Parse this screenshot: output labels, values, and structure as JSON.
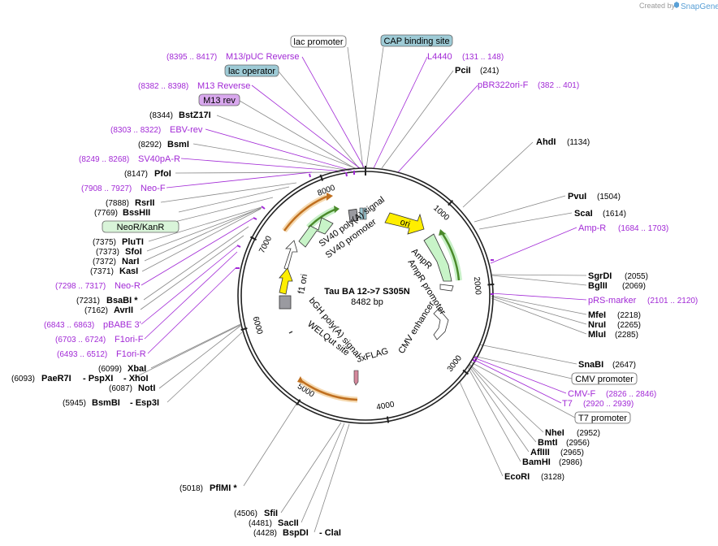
{
  "header": {
    "credit_text": "Created by",
    "brand_name": "SnapGene"
  },
  "plasmid": {
    "name": "Tau BA 12->7  S305N",
    "length_label": "8482 bp",
    "length": 8482
  },
  "ticks": [
    {
      "bp": 1000,
      "label": "1000"
    },
    {
      "bp": 2000,
      "label": "2000"
    },
    {
      "bp": 3000,
      "label": "3000"
    },
    {
      "bp": 4000,
      "label": "4000"
    },
    {
      "bp": 5000,
      "label": "5000"
    },
    {
      "bp": 6000,
      "label": "6000"
    },
    {
      "bp": 7000,
      "label": "7000"
    },
    {
      "bp": 8000,
      "label": "8000"
    }
  ],
  "boxed_features": [
    {
      "name": "lac promoter",
      "style": "white"
    },
    {
      "name": "CAP binding site",
      "style": "teal"
    },
    {
      "name": "lac operator",
      "style": "teal"
    },
    {
      "name": "M13 rev",
      "style": "purple"
    },
    {
      "name": "NeoR/KanR",
      "style": "green"
    },
    {
      "name": "CMV promoter",
      "style": "white"
    },
    {
      "name": "T7 promoter",
      "style": "white"
    }
  ],
  "primer_labels": [
    {
      "name": "M13/pUC Reverse",
      "range": "(8395 .. 8417)"
    },
    {
      "name": "M13 Reverse",
      "range": "(8382 .. 8398)"
    },
    {
      "name": "EBV-rev",
      "range": "(8303 .. 8322)"
    },
    {
      "name": "SV40pA-R",
      "range": "(8249 .. 8268)"
    },
    {
      "name": "Neo-F",
      "range": "(7908 .. 7927)"
    },
    {
      "name": "Neo-R",
      "range": "(7298 .. 7317)"
    },
    {
      "name": "pBABE 3'",
      "range": "(6843 .. 6863)"
    },
    {
      "name": "F1ori-F",
      "range": "(6703 .. 6724)"
    },
    {
      "name": "F1ori-R",
      "range": "(6493 .. 6512)"
    },
    {
      "name": "L4440",
      "range": "(131 .. 148)"
    },
    {
      "name": "pBR322ori-F",
      "range": "(382 .. 401)"
    },
    {
      "name": "Amp-R",
      "range": "(1684 .. 1703)"
    },
    {
      "name": "pRS-marker",
      "range": "(2101 .. 2120)"
    },
    {
      "name": "CMV-F",
      "range": "(2826 .. 2846)"
    },
    {
      "name": "T7",
      "range": "(2920 .. 2939)"
    }
  ],
  "enzymes_left": [
    {
      "pos": "(8344)",
      "name": "BstZ17I"
    },
    {
      "pos": "(8292)",
      "name": "BsmI"
    },
    {
      "pos": "(8147)",
      "name": "PfoI"
    },
    {
      "pos": "(7888)",
      "name": "RsrII"
    },
    {
      "pos": "(7769)",
      "name": "BssHII"
    },
    {
      "pos": "(7375)",
      "name": "PluTI"
    },
    {
      "pos": "(7373)",
      "name": "SfoI"
    },
    {
      "pos": "(7372)",
      "name": "NarI"
    },
    {
      "pos": "(7371)",
      "name": "KasI"
    },
    {
      "pos": "(7231)",
      "name": "BsaBI *"
    },
    {
      "pos": "(7162)",
      "name": "AvrII"
    },
    {
      "pos": "(6099)",
      "name": "XbaI"
    },
    {
      "pos": "(6093)",
      "name": "PaeR7I"
    },
    {
      "pos": "",
      "name": "- PspXI"
    },
    {
      "pos": "",
      "name": "- XhoI"
    },
    {
      "pos": "(6087)",
      "name": "NotI"
    },
    {
      "pos": "(5945)",
      "name": "BsmBI"
    },
    {
      "pos": "",
      "name": "- Esp3I"
    },
    {
      "pos": "(5018)",
      "name": "PflMI *"
    },
    {
      "pos": "(4506)",
      "name": "SfiI"
    },
    {
      "pos": "(4481)",
      "name": "SacII"
    },
    {
      "pos": "(4428)",
      "name": "BspDI"
    },
    {
      "pos": "",
      "name": "- ClaI"
    }
  ],
  "enzymes_right": [
    {
      "pos": "(241)",
      "name": "PciI"
    },
    {
      "pos": "(1134)",
      "name": "AhdI"
    },
    {
      "pos": "(1504)",
      "name": "PvuI"
    },
    {
      "pos": "(1614)",
      "name": "ScaI"
    },
    {
      "pos": "(2055)",
      "name": "SgrDI"
    },
    {
      "pos": "(2069)",
      "name": "BglII"
    },
    {
      "pos": "(2218)",
      "name": "MfeI"
    },
    {
      "pos": "(2265)",
      "name": "NruI"
    },
    {
      "pos": "(2285)",
      "name": "MluI"
    },
    {
      "pos": "(2647)",
      "name": "SnaBI"
    },
    {
      "pos": "(2952)",
      "name": "NheI"
    },
    {
      "pos": "(2956)",
      "name": "BmtI"
    },
    {
      "pos": "(2965)",
      "name": "AflIII"
    },
    {
      "pos": "(2986)",
      "name": "BamHI"
    },
    {
      "pos": "(3128)",
      "name": "EcoRI"
    }
  ],
  "inner_labels": [
    {
      "name": "SV40 poly(A) signal"
    },
    {
      "name": "SV40 promoter"
    },
    {
      "name": "ori"
    },
    {
      "name": "AmpR"
    },
    {
      "name": "AmpR promoter"
    },
    {
      "name": "CMV enhancer"
    },
    {
      "name": "f1 ori"
    },
    {
      "name": "bGH poly(A) signal"
    },
    {
      "name": "WELQut site"
    },
    {
      "name": "3xFLAG"
    }
  ],
  "colors": {
    "feature_label": "#a22ad6",
    "primer_line": "#a22ad6",
    "enzyme_line": "#888888",
    "backbone": "#222222",
    "green_feature": "#c8f0c8",
    "orange_feature": "#f0a050",
    "yellow_feature": "#ffee00",
    "teal_box": "#9ecbd6",
    "purple_box": "#d9a8ee",
    "green_box": "#d9f4d9"
  }
}
